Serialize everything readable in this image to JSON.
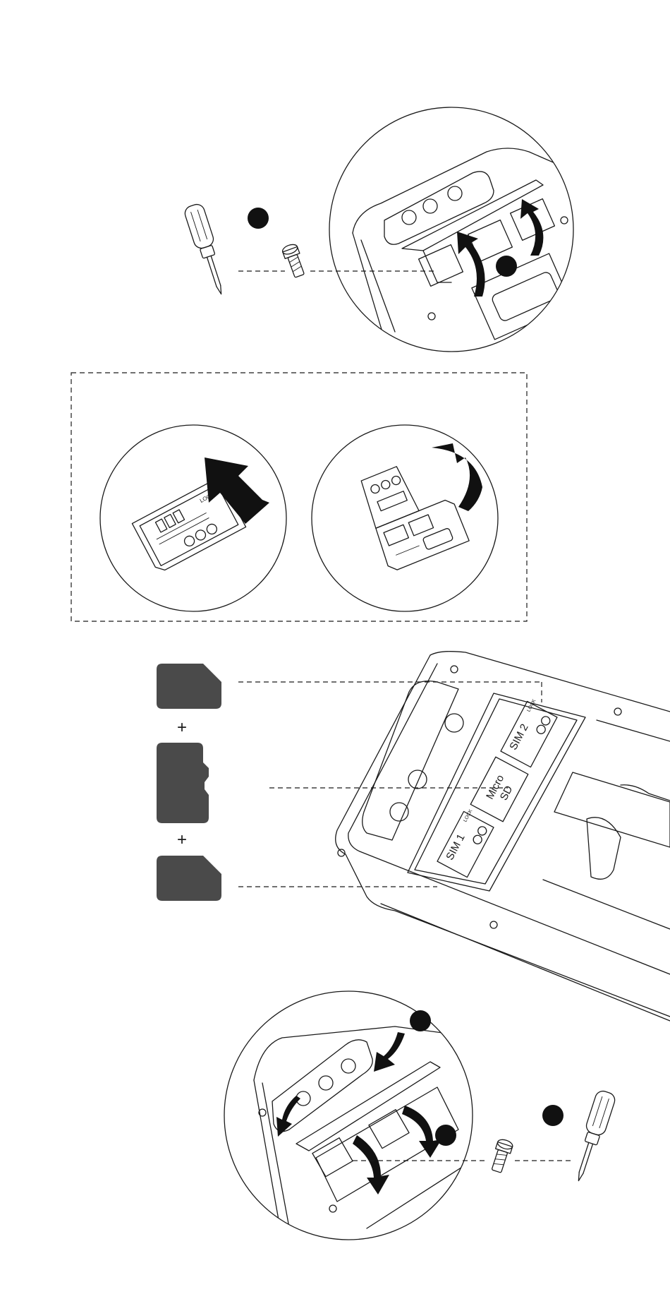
{
  "labels": {
    "sim2": "SIM 2",
    "micro": "Micro",
    "sd": "SD",
    "sim1": "SIM 1",
    "lock": "LOCK",
    "plus_top": "+",
    "plus_bottom": "+"
  },
  "colors": {
    "card_fill": "#4a4a4a",
    "line": "#1a1a1a",
    "marker": "#111111"
  },
  "icons": [
    "screwdriver-icon",
    "screw-icon",
    "nano-sim-card-icon",
    "micro-sd-card-icon"
  ]
}
